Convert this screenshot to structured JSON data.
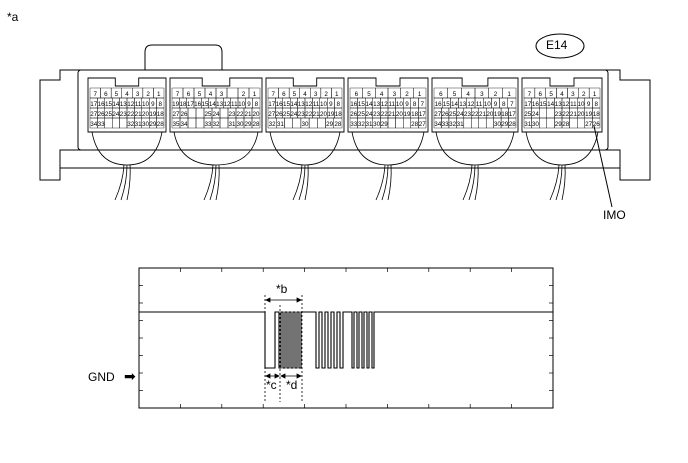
{
  "figure_marker": "*a",
  "connector": {
    "code": "E14",
    "pin_callout": "IMO",
    "groups": [
      {
        "row1": [
          "7",
          "6",
          "5",
          "4",
          "3",
          "2",
          "1"
        ],
        "row2": [
          "17",
          "16",
          "15",
          "14",
          "13",
          "12",
          "11",
          "10",
          "9",
          "8"
        ],
        "row3": [
          "27",
          "26",
          "25",
          "24",
          "23",
          "22",
          "21",
          "20",
          "19",
          "18"
        ],
        "row4": [
          "34",
          "33",
          "",
          "",
          "",
          "32",
          "31",
          "30",
          "29",
          "28"
        ]
      },
      {
        "row1": [
          "7",
          "6",
          "5",
          "4",
          "3",
          "",
          "2",
          "1"
        ],
        "row2": [
          "19",
          "18",
          "17",
          "16",
          "15",
          "14",
          "13",
          "12",
          "11",
          "10",
          "9",
          "8"
        ],
        "row3": [
          "27",
          "26",
          "",
          "",
          "25",
          "24",
          "",
          "23",
          "22",
          "21",
          "20"
        ],
        "row4": [
          "35",
          "34",
          "",
          "",
          "33",
          "32",
          "",
          "31",
          "30",
          "29",
          "28"
        ]
      },
      {
        "row1": [
          "7",
          "6",
          "5",
          "4",
          "3",
          "2",
          "1"
        ],
        "row2": [
          "17",
          "16",
          "15",
          "14",
          "13",
          "12",
          "11",
          "10",
          "9",
          "8"
        ],
        "row3": [
          "27",
          "26",
          "25",
          "24",
          "23",
          "22",
          "21",
          "20",
          "19",
          "18"
        ],
        "row4": [
          "32",
          "31",
          "",
          "",
          "30",
          "",
          "",
          "29",
          "28"
        ]
      },
      {
        "row1": [
          "6",
          "5",
          "4",
          "3",
          "2",
          "1"
        ],
        "row2": [
          "16",
          "15",
          "14",
          "13",
          "12",
          "11",
          "10",
          "9",
          "8",
          "7"
        ],
        "row3": [
          "26",
          "25",
          "24",
          "23",
          "22",
          "21",
          "20",
          "19",
          "18",
          "17"
        ],
        "row4": [
          "33",
          "32",
          "31",
          "30",
          "29",
          "",
          "",
          "",
          "28",
          "27"
        ]
      },
      {
        "row1": [
          "6",
          "5",
          "4",
          "3",
          "2",
          "1"
        ],
        "row2": [
          "16",
          "15",
          "14",
          "13",
          "12",
          "11",
          "10",
          "9",
          "8",
          "7"
        ],
        "row3": [
          "27",
          "26",
          "25",
          "24",
          "23",
          "22",
          "21",
          "20",
          "19",
          "18",
          "17"
        ],
        "row4": [
          "34",
          "33",
          "32",
          "31",
          "",
          "",
          "",
          "",
          "30",
          "29",
          "28"
        ]
      },
      {
        "row1": [
          "7",
          "6",
          "5",
          "4",
          "3",
          "2",
          "1"
        ],
        "row2": [
          "17",
          "16",
          "15",
          "14",
          "13",
          "12",
          "11",
          "10",
          "9",
          "8"
        ],
        "row3": [
          "25",
          "24",
          "",
          "",
          "23",
          "22",
          "21",
          "20",
          "19",
          "18"
        ],
        "row4": [
          "31",
          "30",
          "",
          "",
          "29",
          "28",
          "",
          "",
          "27",
          "26"
        ]
      }
    ]
  },
  "waveform": {
    "reference_label": "GND",
    "arrow_glyph": "➡",
    "labels": {
      "b": "*b",
      "c": "*c",
      "d": "*d"
    }
  }
}
